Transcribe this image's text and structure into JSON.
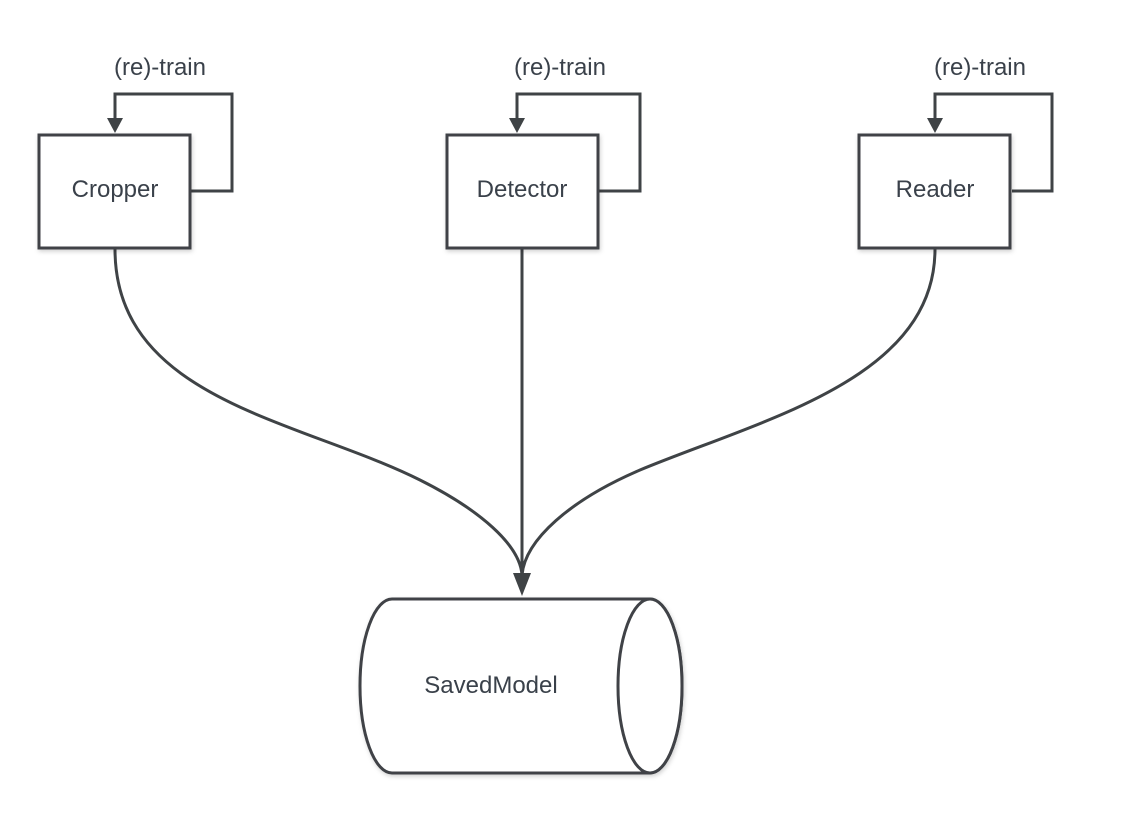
{
  "nodes": {
    "cropper": {
      "label": "Cropper"
    },
    "detector": {
      "label": "Detector"
    },
    "reader": {
      "label": "Reader"
    },
    "saved_model": {
      "label": "SavedModel"
    }
  },
  "loops": {
    "cropper": {
      "label": "(re)-train"
    },
    "detector": {
      "label": "(re)-train"
    },
    "reader": {
      "label": "(re)-train"
    }
  },
  "colors": {
    "stroke": "#3f4346",
    "text": "#3a414a",
    "background": "#ffffff"
  }
}
